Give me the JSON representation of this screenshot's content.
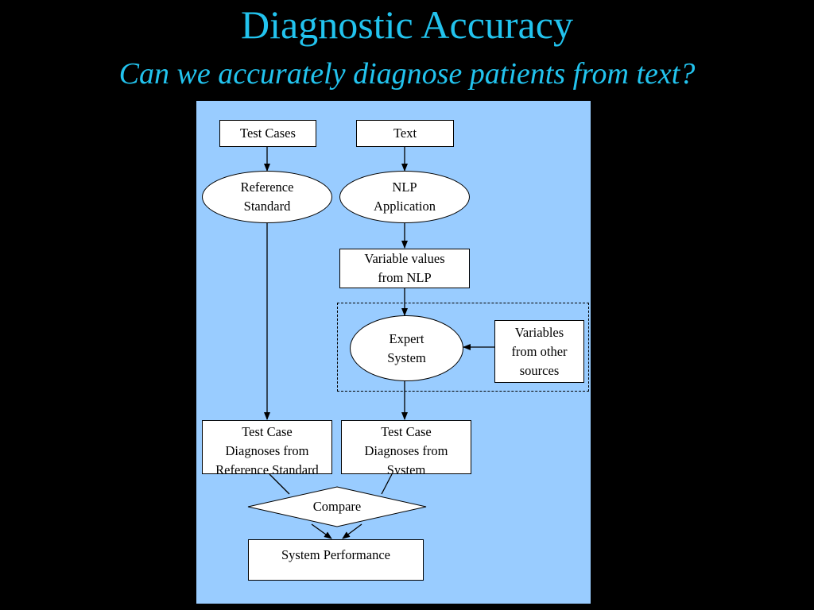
{
  "title": "Diagnostic Accuracy",
  "subtitle": "Can we accurately diagnose patients from text?",
  "colors": {
    "background": "#000000",
    "title_color": "#22c3ee",
    "panel": "#99ccff",
    "node_fill": "#ffffff",
    "stroke": "#000000"
  },
  "diagram": {
    "nodes": {
      "test_cases": "Test Cases",
      "text": "Text",
      "reference_standard": [
        "Reference",
        "Standard"
      ],
      "nlp_application": [
        "NLP",
        "Application"
      ],
      "variable_values": [
        "Variable values",
        "from NLP"
      ],
      "expert_system": [
        "Expert",
        "System"
      ],
      "variables_other": [
        "Variables",
        "from other",
        "sources"
      ],
      "diagnoses_reference": [
        "Test Case",
        "Diagnoses from",
        "Reference Standard"
      ],
      "diagnoses_system": [
        "Test Case",
        "Diagnoses from",
        "System"
      ],
      "compare": "Compare",
      "system_performance": "System Performance"
    },
    "edges": [
      [
        "test_cases",
        "reference_standard"
      ],
      [
        "text",
        "nlp_application"
      ],
      [
        "nlp_application",
        "variable_values"
      ],
      [
        "variable_values",
        "expert_system"
      ],
      [
        "variables_other",
        "expert_system"
      ],
      [
        "reference_standard",
        "diagnoses_reference"
      ],
      [
        "expert_system",
        "diagnoses_system"
      ],
      [
        "diagnoses_reference",
        "compare"
      ],
      [
        "diagnoses_system",
        "compare"
      ],
      [
        "compare",
        "system_performance"
      ]
    ],
    "groups": [
      {
        "members": [
          "expert_system",
          "variables_other"
        ],
        "style": "dashed"
      }
    ]
  }
}
